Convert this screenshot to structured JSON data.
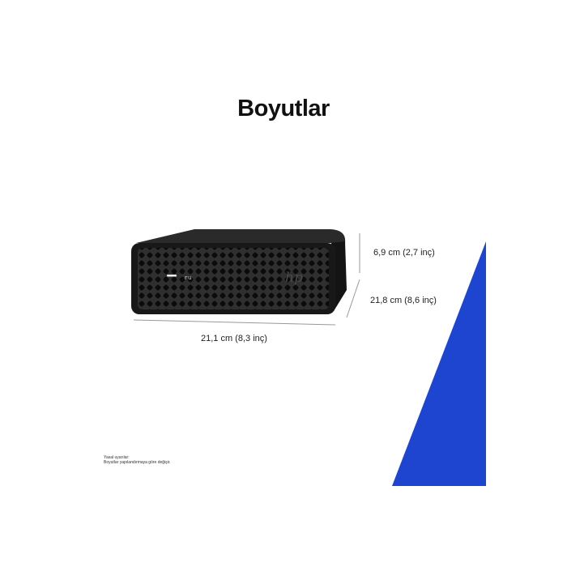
{
  "title": "Boyutlar",
  "dimensions": {
    "height": "6,9 cm (2,7 inç)",
    "depth": "21,8 cm (8,6 inç)",
    "width": "21,1 cm (8,3 inç)"
  },
  "disclaimer": {
    "heading": "Yasal uyarılar:",
    "text": "Boyutlar yapılandırmaya göre değişir."
  },
  "device": {
    "logo": "hp"
  },
  "colors": {
    "accent": "#1d45cf",
    "device_body": "#1b1b1b",
    "background": "#ffffff"
  }
}
